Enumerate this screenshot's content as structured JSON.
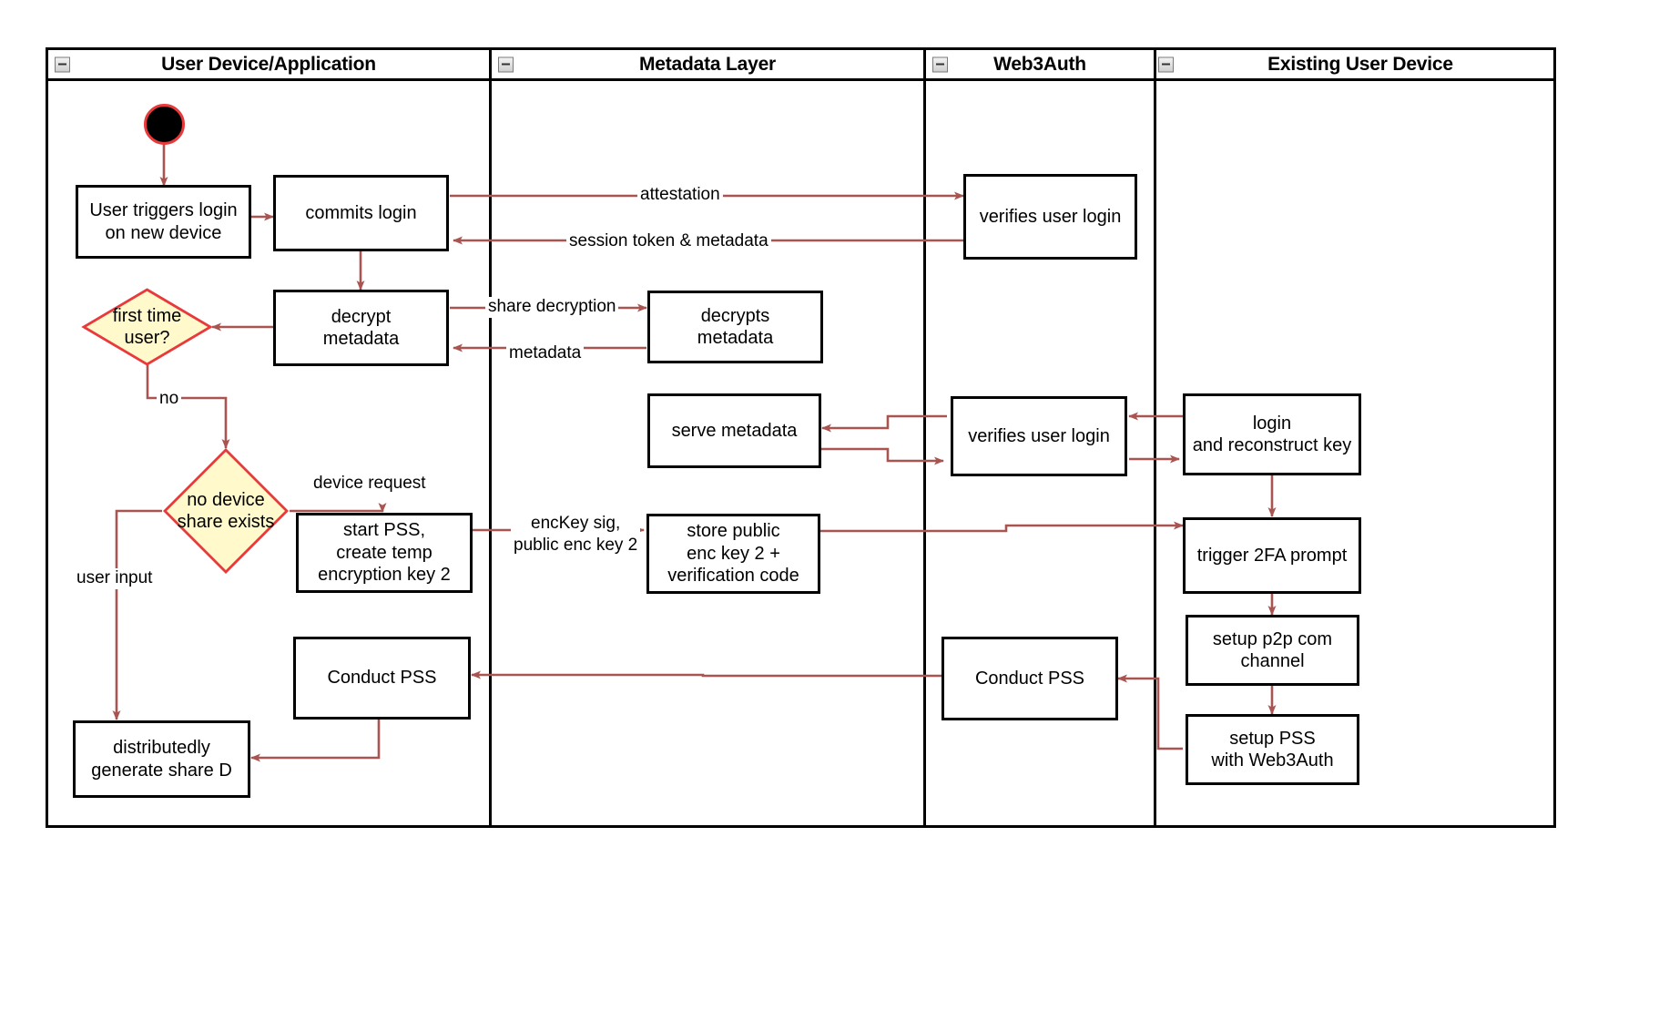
{
  "diagram": {
    "type": "swimlane-activity-diagram",
    "title": "Web3Auth new device login / PSS flow",
    "colors": {
      "arrow": "#a85450",
      "decision_fill": "#fff9cc",
      "decision_stroke": "#e8393b",
      "node_stroke": "#000000",
      "lane_stroke": "#000000",
      "start_fill": "#000000",
      "start_stroke": "#e8393b"
    }
  },
  "lanes": [
    {
      "id": "user-device",
      "label": "User Device/Application",
      "collapse_icon": "collapse-minus-icon"
    },
    {
      "id": "metadata-layer",
      "label": "Metadata Layer",
      "collapse_icon": "collapse-minus-icon"
    },
    {
      "id": "web3auth",
      "label": "Web3Auth",
      "collapse_icon": "collapse-minus-icon"
    },
    {
      "id": "existing-user-device",
      "label": "Existing User Device",
      "collapse_icon": "collapse-minus-icon"
    }
  ],
  "nodes": [
    {
      "id": "start",
      "lane": "user-device",
      "shape": "start",
      "label": ""
    },
    {
      "id": "user-triggers-login",
      "lane": "user-device",
      "shape": "box",
      "label": "User triggers login\non new device"
    },
    {
      "id": "commits-login",
      "lane": "user-device",
      "shape": "box",
      "label": "commits login"
    },
    {
      "id": "first-time-user",
      "lane": "user-device",
      "shape": "decision",
      "label": "first time\nuser?"
    },
    {
      "id": "decrypt-metadata",
      "lane": "user-device",
      "shape": "box",
      "label": "decrypt\nmetadata"
    },
    {
      "id": "no-device-share-exists",
      "lane": "user-device",
      "shape": "decision",
      "label": "no device\nshare exists"
    },
    {
      "id": "start-pss-create-temp-key",
      "lane": "user-device",
      "shape": "box",
      "label": "start PSS,\ncreate temp\nencryption key 2"
    },
    {
      "id": "conduct-pss-user",
      "lane": "user-device",
      "shape": "box",
      "label": "Conduct PSS"
    },
    {
      "id": "distributedly-generate-share-d",
      "lane": "user-device",
      "shape": "box",
      "label": "distributedly\ngenerate share D"
    },
    {
      "id": "decrypts-metadata",
      "lane": "metadata-layer",
      "shape": "box",
      "label": "decrypts\nmetadata"
    },
    {
      "id": "serve-metadata",
      "lane": "metadata-layer",
      "shape": "box",
      "label": "serve metadata"
    },
    {
      "id": "store-public-enc-key",
      "lane": "metadata-layer",
      "shape": "box",
      "label": "store public\nenc key 2 +\nverification code"
    },
    {
      "id": "verifies-user-login-1",
      "lane": "web3auth",
      "shape": "box",
      "label": "verifies user login"
    },
    {
      "id": "verifies-user-login-2",
      "lane": "web3auth",
      "shape": "box",
      "label": "verifies user login"
    },
    {
      "id": "conduct-pss-web3auth",
      "lane": "web3auth",
      "shape": "box",
      "label": "Conduct PSS"
    },
    {
      "id": "login-and-reconstruct-key",
      "lane": "existing-user-device",
      "shape": "box",
      "label": "login\nand reconstruct key"
    },
    {
      "id": "trigger-2fa-prompt",
      "lane": "existing-user-device",
      "shape": "box",
      "label": "trigger 2FA prompt"
    },
    {
      "id": "setup-p2p-com-channel",
      "lane": "existing-user-device",
      "shape": "box",
      "label": "setup p2p com\nchannel"
    },
    {
      "id": "setup-pss-with-web3auth",
      "lane": "existing-user-device",
      "shape": "box",
      "label": "setup PSS\nwith Web3Auth"
    }
  ],
  "edge_labels": [
    {
      "id": "attestation",
      "label": "attestation"
    },
    {
      "id": "session-token-and-metadata",
      "label": "session token & metadata"
    },
    {
      "id": "share-decryption",
      "label": "share decryption"
    },
    {
      "id": "metadata",
      "label": "metadata"
    },
    {
      "id": "no",
      "label": "no"
    },
    {
      "id": "device-request",
      "label": "device request"
    },
    {
      "id": "user-input",
      "label": "user input"
    },
    {
      "id": "enckey-sig-public-enc-key-2",
      "label": "encKey sig,\npublic enc key 2"
    }
  ],
  "edges": [
    {
      "from": "start",
      "to": "user-triggers-login"
    },
    {
      "from": "user-triggers-login",
      "to": "commits-login"
    },
    {
      "from": "commits-login",
      "to": "verifies-user-login-1",
      "label": "attestation"
    },
    {
      "from": "verifies-user-login-1",
      "to": "commits-login",
      "label": "session token & metadata"
    },
    {
      "from": "commits-login",
      "to": "decrypt-metadata"
    },
    {
      "from": "decrypt-metadata",
      "to": "first-time-user"
    },
    {
      "from": "decrypt-metadata",
      "to": "decrypts-metadata",
      "label": "share decryption"
    },
    {
      "from": "decrypts-metadata",
      "to": "decrypt-metadata",
      "label": "metadata"
    },
    {
      "from": "first-time-user",
      "to": "no-device-share-exists",
      "label": "no"
    },
    {
      "from": "no-device-share-exists",
      "to": "start-pss-create-temp-key",
      "label": "device request"
    },
    {
      "from": "no-device-share-exists",
      "to": "distributedly-generate-share-d",
      "label": "user input"
    },
    {
      "from": "start-pss-create-temp-key",
      "to": "store-public-enc-key",
      "label": "encKey sig,\npublic enc key 2"
    },
    {
      "from": "store-public-enc-key",
      "to": "trigger-2fa-prompt"
    },
    {
      "from": "login-and-reconstruct-key",
      "to": "verifies-user-login-2"
    },
    {
      "from": "verifies-user-login-2",
      "to": "login-and-reconstruct-key"
    },
    {
      "from": "verifies-user-login-2",
      "to": "serve-metadata"
    },
    {
      "from": "serve-metadata",
      "to": "verifies-user-login-2"
    },
    {
      "from": "login-and-reconstruct-key",
      "to": "trigger-2fa-prompt"
    },
    {
      "from": "trigger-2fa-prompt",
      "to": "setup-p2p-com-channel"
    },
    {
      "from": "setup-p2p-com-channel",
      "to": "setup-pss-with-web3auth"
    },
    {
      "from": "setup-pss-with-web3auth",
      "to": "conduct-pss-web3auth"
    },
    {
      "from": "conduct-pss-web3auth",
      "to": "conduct-pss-user"
    },
    {
      "from": "conduct-pss-user",
      "to": "distributedly-generate-share-d"
    }
  ]
}
